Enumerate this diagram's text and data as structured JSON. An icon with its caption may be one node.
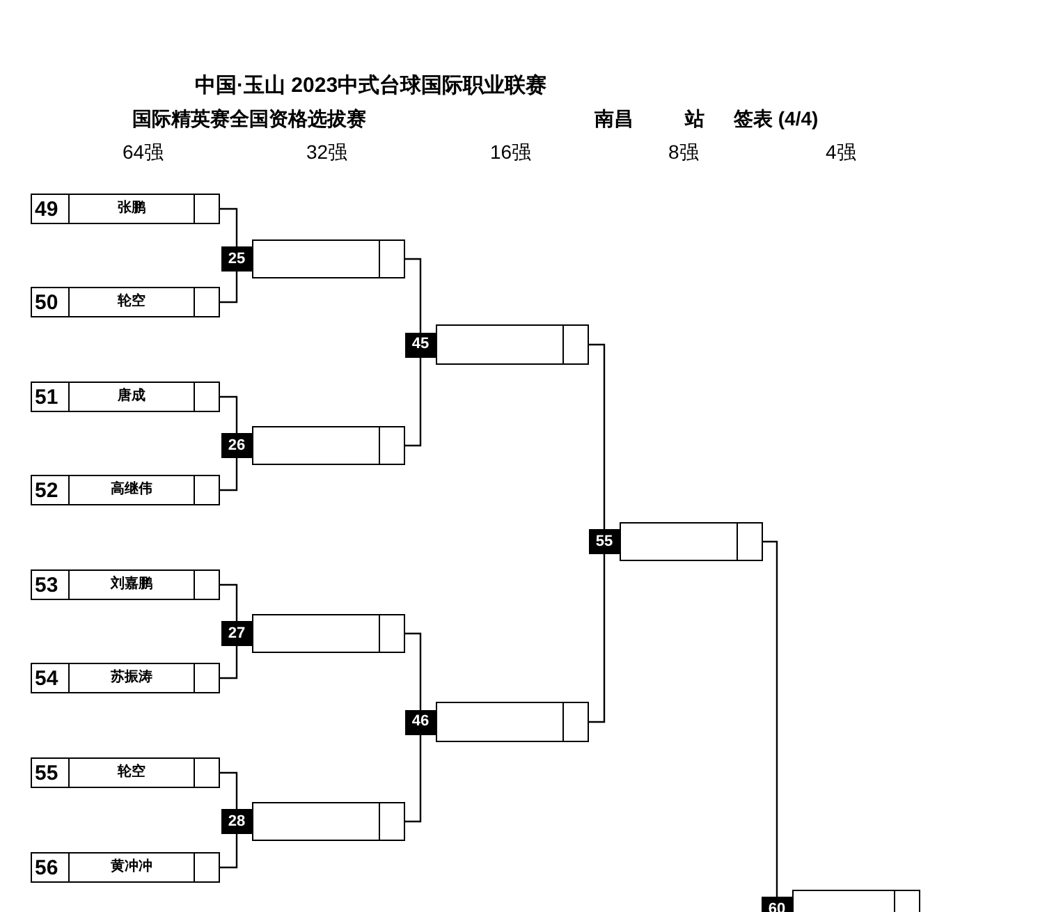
{
  "diagram": {
    "title": "中国·玉山 2023中式台球国际职业联赛",
    "labels": [
      "国际精英赛全国资格选拔赛",
      "南昌",
      "站",
      "签表 (4/4)",
      "64强",
      "32强",
      "16强",
      "8强",
      "4强"
    ],
    "nodes": [
      {
        "text": [
          "49",
          "张鹏"
        ]
      },
      {
        "text": [
          "50",
          "轮空"
        ]
      },
      {
        "text": [
          "51",
          "唐成"
        ]
      },
      {
        "text": [
          "52",
          "高继伟"
        ]
      },
      {
        "text": [
          "53",
          "刘嘉鹏"
        ]
      },
      {
        "text": [
          "54",
          "苏振涛"
        ]
      },
      {
        "text": [
          "55",
          "轮空"
        ]
      },
      {
        "text": [
          "56",
          "黄冲冲"
        ]
      },
      {
        "text": [
          "25"
        ]
      },
      {
        "text": [
          "26"
        ]
      },
      {
        "text": [
          "27"
        ]
      },
      {
        "text": [
          "28"
        ]
      },
      {
        "text": [
          "45"
        ]
      },
      {
        "text": [
          "46"
        ]
      },
      {
        "text": [
          "55"
        ]
      },
      {
        "text": [
          "60"
        ]
      }
    ],
    "edges": [
      {
        "from": 0,
        "to": 8,
        "arrow": "none"
      },
      {
        "from": 1,
        "to": 8,
        "arrow": "none"
      },
      {
        "from": 2,
        "to": 9,
        "arrow": "none"
      },
      {
        "from": 3,
        "to": 9,
        "arrow": "none"
      },
      {
        "from": 4,
        "to": 10,
        "arrow": "none"
      },
      {
        "from": 5,
        "to": 10,
        "arrow": "none"
      },
      {
        "from": 6,
        "to": 11,
        "arrow": "none"
      },
      {
        "from": 7,
        "to": 11,
        "arrow": "none"
      },
      {
        "from": 8,
        "to": 12,
        "arrow": "none"
      },
      {
        "from": 9,
        "to": 12,
        "arrow": "none"
      },
      {
        "from": 10,
        "to": 13,
        "arrow": "none"
      },
      {
        "from": 11,
        "to": 13,
        "arrow": "none"
      },
      {
        "from": 12,
        "to": 14,
        "arrow": "none"
      },
      {
        "from": 13,
        "to": 14,
        "arrow": "none"
      },
      {
        "from": 14,
        "to": 15,
        "arrow": "none"
      }
    ]
  }
}
